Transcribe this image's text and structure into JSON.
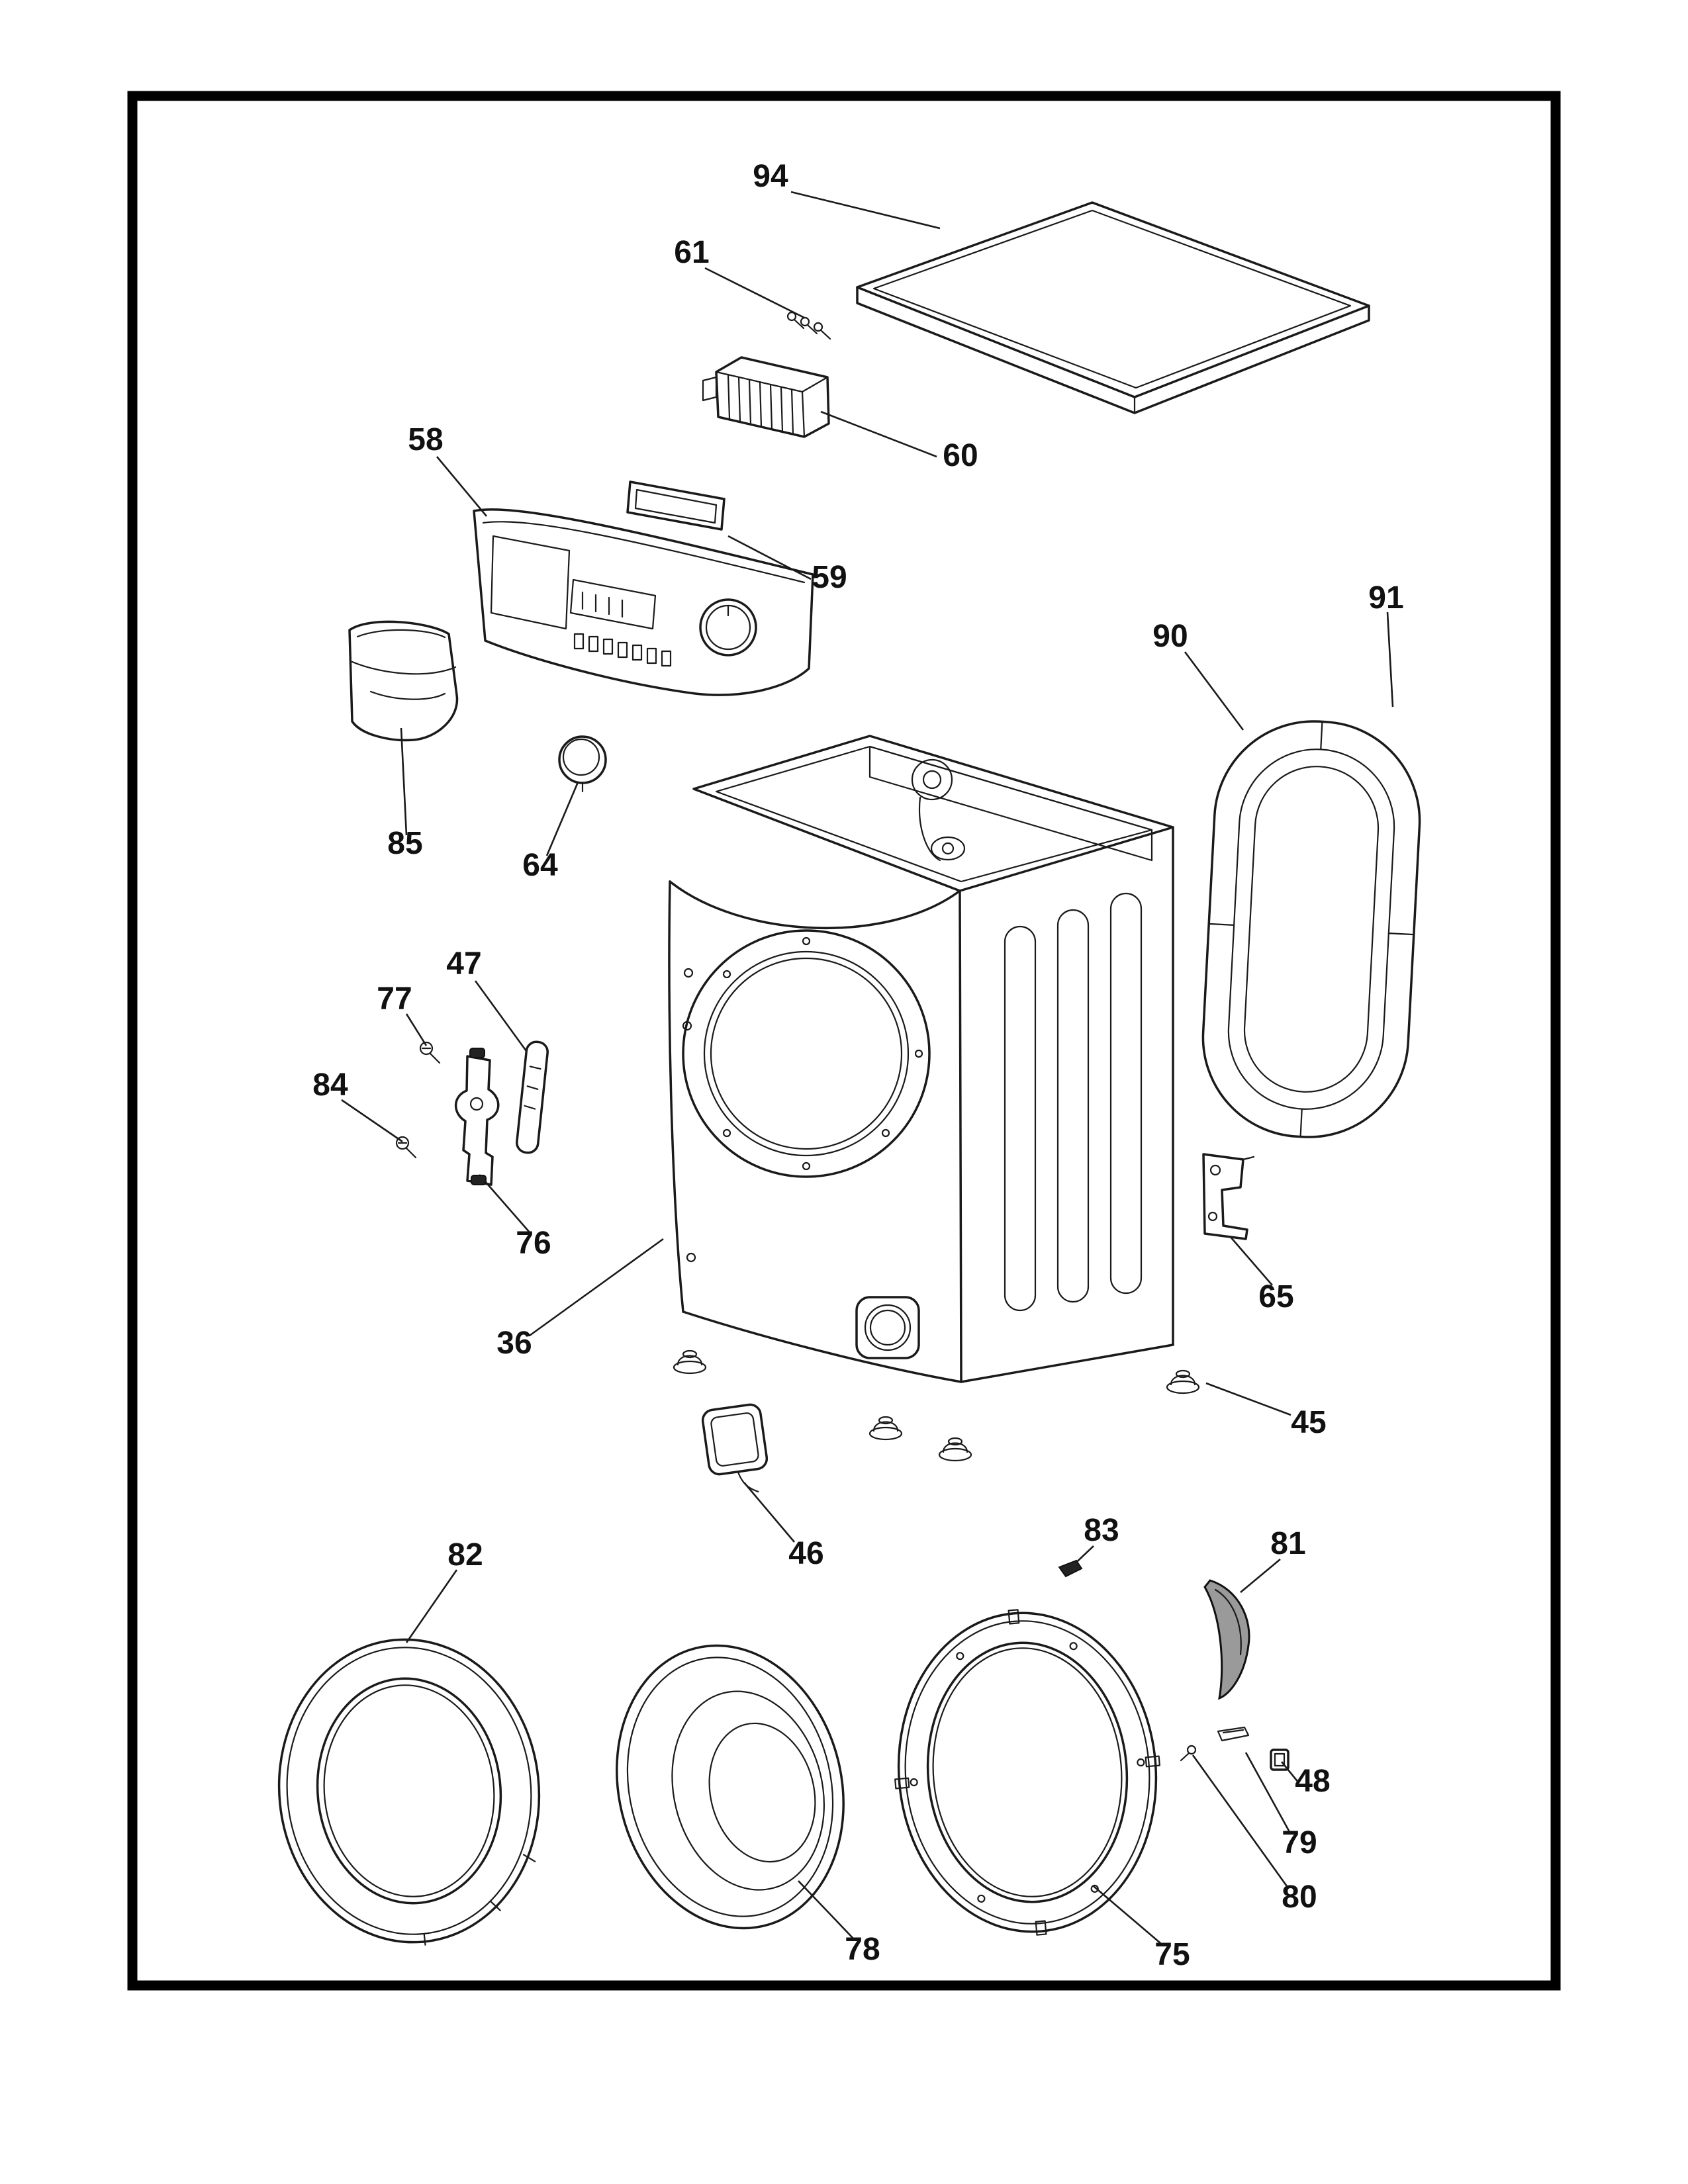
{
  "diagram": {
    "kind": "exploded-parts-view",
    "colors": {
      "ink": "#1a1a1a",
      "paper": "#ffffff"
    }
  },
  "parts": [
    {
      "num": "94"
    },
    {
      "num": "61"
    },
    {
      "num": "60"
    },
    {
      "num": "58"
    },
    {
      "num": "59"
    },
    {
      "num": "91"
    },
    {
      "num": "90"
    },
    {
      "num": "85"
    },
    {
      "num": "64"
    },
    {
      "num": "47"
    },
    {
      "num": "77"
    },
    {
      "num": "84"
    },
    {
      "num": "76"
    },
    {
      "num": "36"
    },
    {
      "num": "65"
    },
    {
      "num": "45"
    },
    {
      "num": "46"
    },
    {
      "num": "82"
    },
    {
      "num": "83"
    },
    {
      "num": "81"
    },
    {
      "num": "48"
    },
    {
      "num": "79"
    },
    {
      "num": "80"
    },
    {
      "num": "78"
    },
    {
      "num": "75"
    }
  ]
}
